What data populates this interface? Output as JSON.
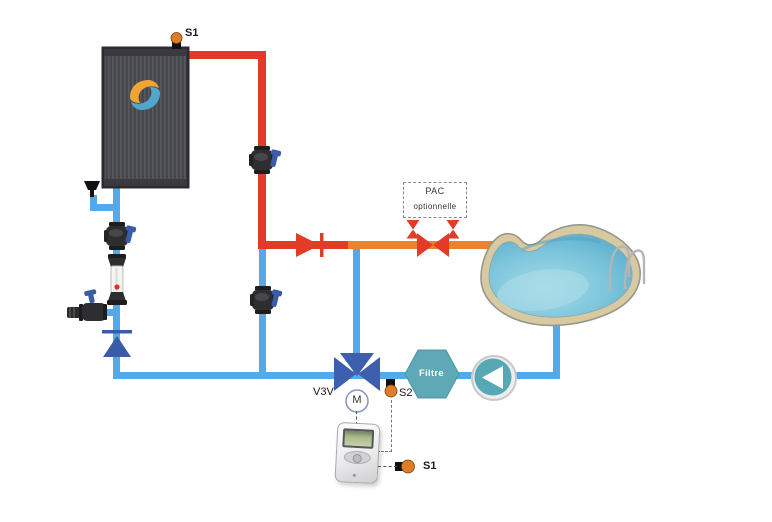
{
  "labels": {
    "sensor_top": "S1",
    "pac_title": "PAC",
    "pac_subtitle": "optionnelle",
    "v3v": "V3V",
    "motor": "M",
    "sensor_s2": "S2",
    "filter": "Filtre",
    "sensor_bottom": "S1"
  },
  "colors": {
    "pipe_cold": "#55A9E8",
    "pipe_hot": "#E23B27",
    "pipe_warm": "#E8842F",
    "valve_accent": "#3A5CA8",
    "valve_body": "#2E2E31",
    "filter_fill": "#5FA8B5",
    "pump_fill": "#57A8B5",
    "sensor_fill": "#E07B28",
    "pool_rim": "#D7C9A0",
    "pool_water": "#7EC6DC",
    "panel_fill": "#46464B",
    "logo_orange": "#EFA433",
    "logo_blue": "#4FA8CC"
  },
  "components": [
    "solar-panel",
    "sensor-s1-roof",
    "ball-valve",
    "flow-meter",
    "check-valve",
    "three-way-valve-v3v",
    "motor-m",
    "sensor-s2",
    "controller",
    "filter",
    "pump",
    "pool",
    "heat-pump-optional-box",
    "bypass-valves"
  ]
}
